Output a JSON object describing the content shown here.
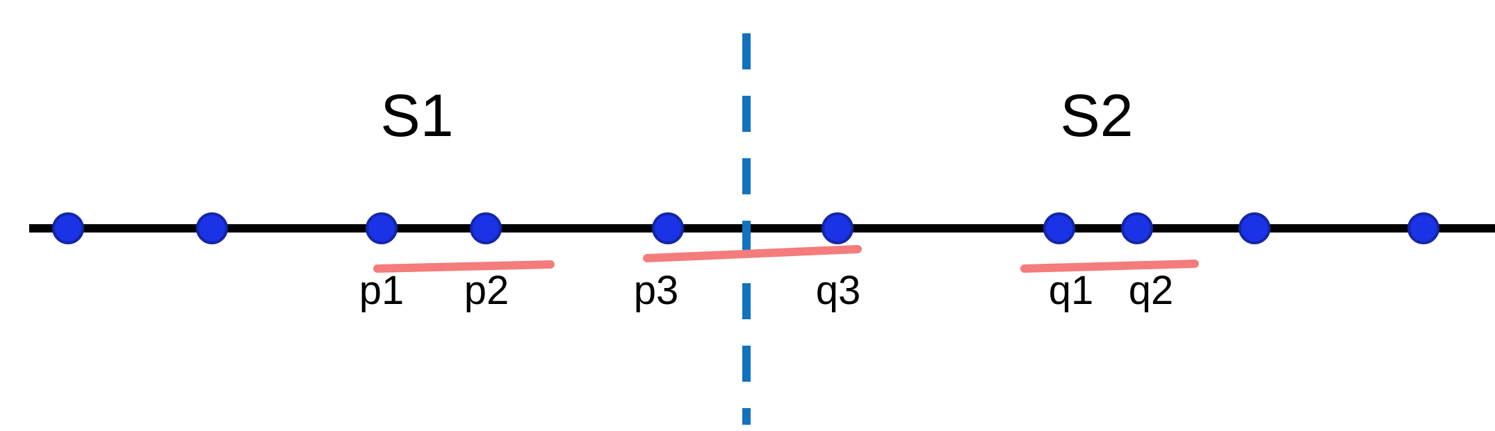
{
  "labels": {
    "set_left": "S1",
    "set_right": "S2",
    "p1": "p1",
    "p2": "p2",
    "p3": "p3",
    "q3": "q3",
    "q1": "q1",
    "q2": "q2"
  },
  "colors": {
    "axis_line": "#000000",
    "point_fill": "#1a33e6",
    "point_stroke": "#1426a8",
    "divider": "#1372bd",
    "pair_link": "#f47c7c"
  },
  "point_count": 10,
  "pair_count": 3
}
